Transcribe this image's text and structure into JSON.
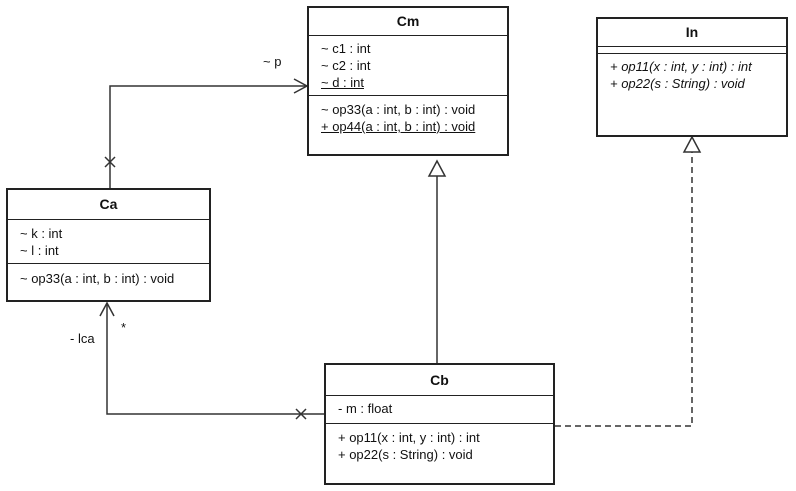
{
  "classes": {
    "cm": {
      "name": "Cm",
      "attributes": [
        "~ c1 : int",
        "~ c2 : int",
        "~ d : int"
      ],
      "operations": [
        "~ op33(a : int, b : int) : void",
        "+ op44(a : int, b : int) : void"
      ]
    },
    "in": {
      "name": "In",
      "attributes": [],
      "operations": [
        "+ op11(x : int, y : int) : int",
        "+ op22(s : String) : void"
      ]
    },
    "ca": {
      "name": "Ca",
      "attributes": [
        "~ k : int",
        "~ l : int"
      ],
      "operations": [
        "~ op33(a : int, b : int) : void"
      ]
    },
    "cb": {
      "name": "Cb",
      "attributes": [
        "- m : float"
      ],
      "operations": [
        "+ op11(x : int, y : int) : int",
        "+ op22(s : String) : void"
      ]
    }
  },
  "labels": {
    "role_p": "~ p",
    "role_lca": "- lca",
    "multiplicity_star": "*"
  }
}
